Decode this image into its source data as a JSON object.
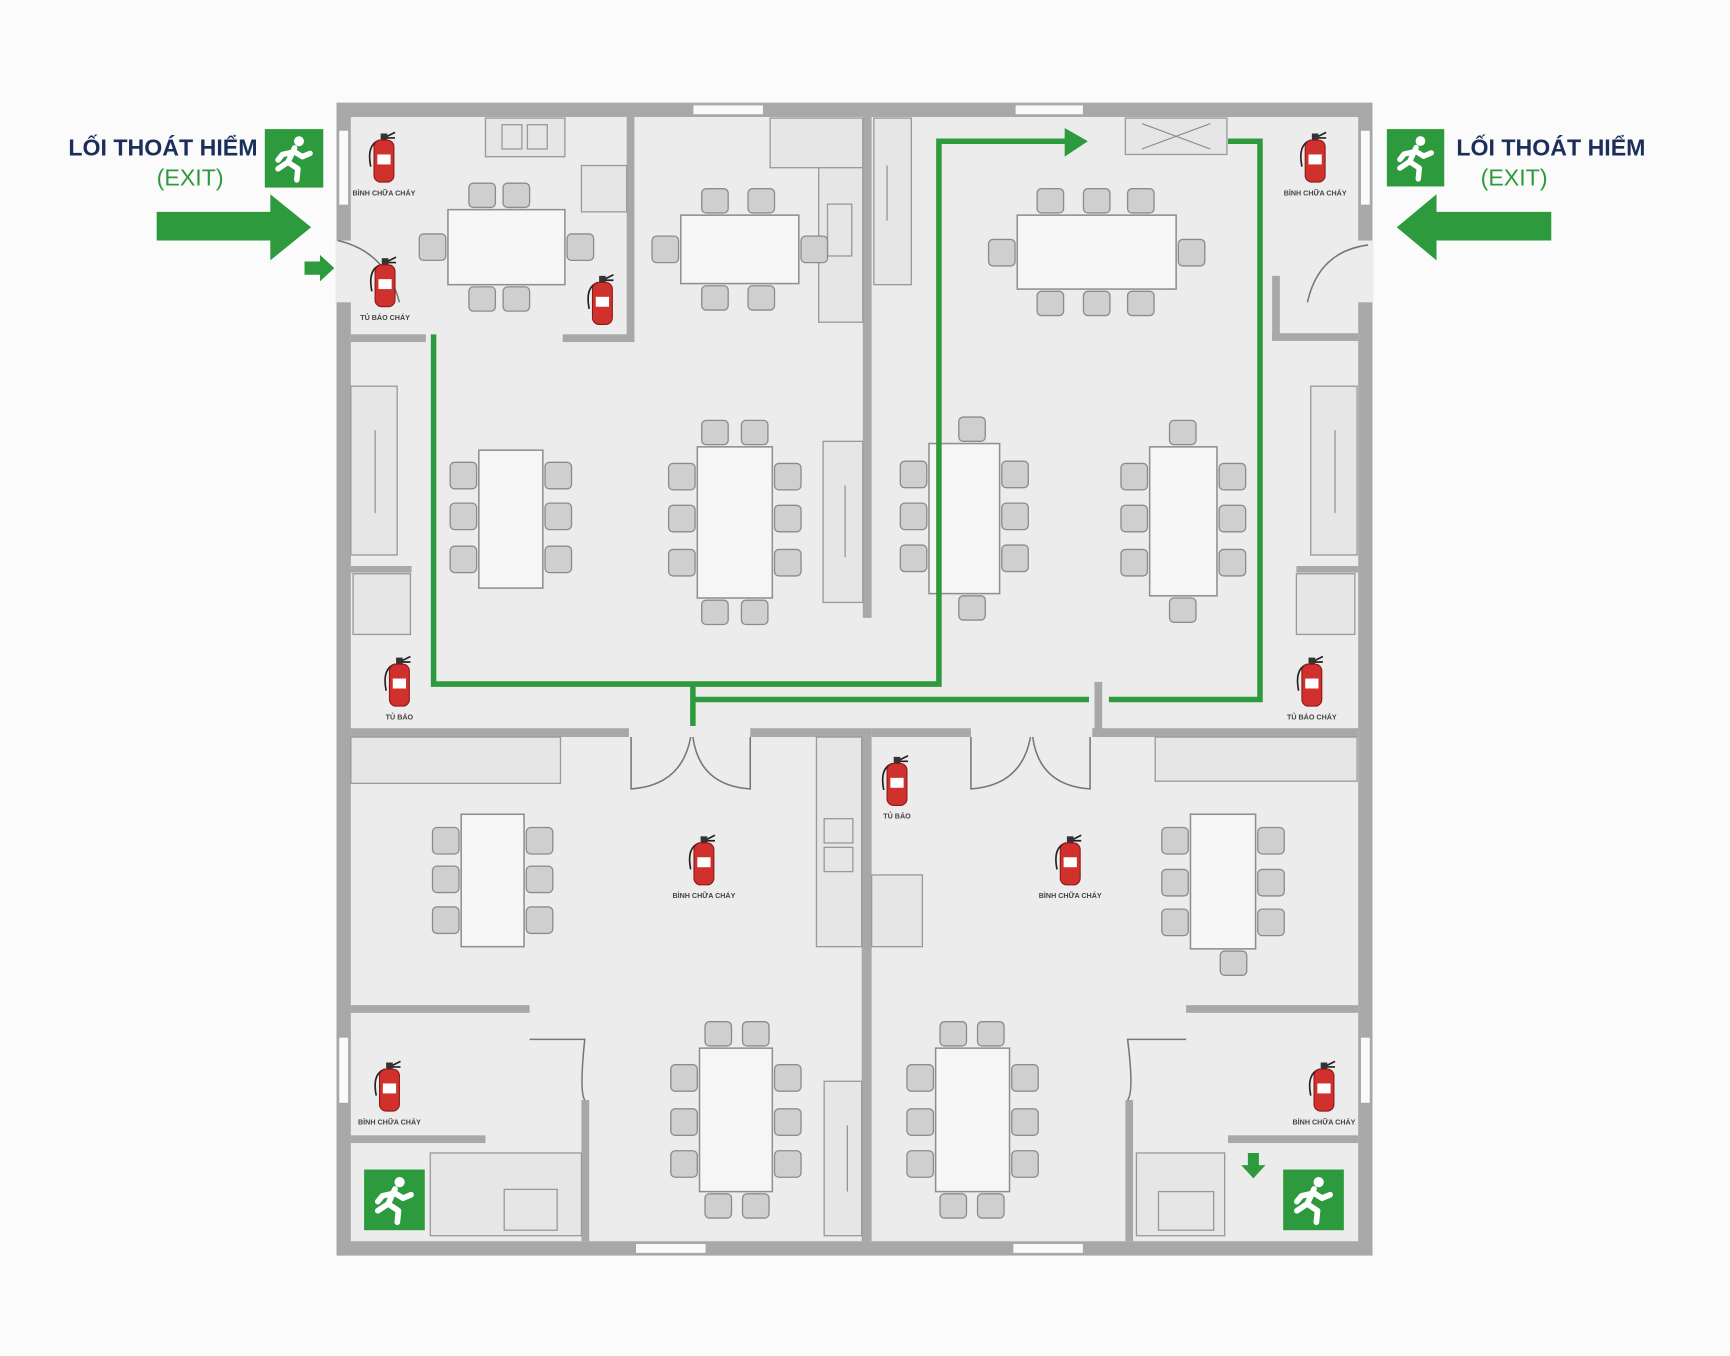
{
  "exit_signs": {
    "left": {
      "title": "LỐI THOÁT HIỂM",
      "subtitle": "(EXIT)"
    },
    "right": {
      "title": "LỐI THOÁT HIỂM",
      "subtitle": "(EXIT)"
    }
  },
  "extinguisher_labels": [
    "BÌNH CHỮA CHÁY",
    "TỦ BÁO CHÁY",
    "",
    "BÌNH CHỮA CHÁY",
    "TỦ BÁO",
    "TỦ BÁO CHÁY",
    "TỦ BÁO",
    "BÌNH CHỮA CHÁY",
    "BÌNH CHỮA CHÁY",
    "BÌNH CHỮA CHÁY",
    "BÌNH CHỮA CHÁY"
  ],
  "colors": {
    "route": "#2e9a3e",
    "extinguisher": "#d0312d",
    "wall": "#a8a8a8",
    "title": "#1b2f5a"
  }
}
